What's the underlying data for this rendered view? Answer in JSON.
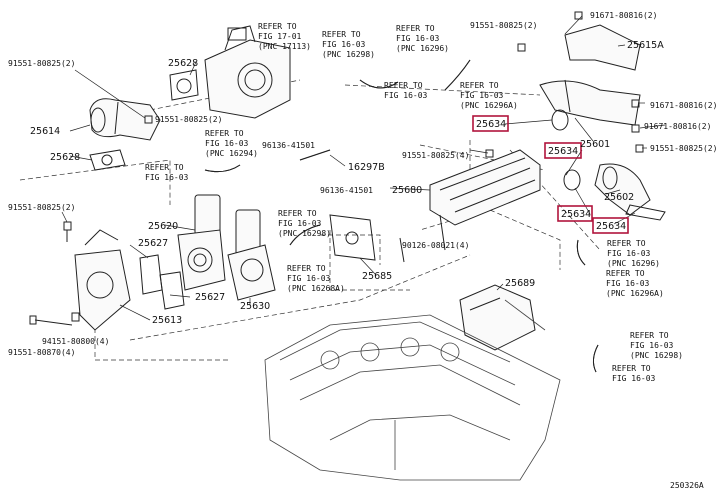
{
  "labels": {
    "l1": "REFER TO",
    "l2": "FIG 17-01",
    "l3": "(PNC 17113)",
    "l4": "REFER TO",
    "l5": "FIG 16-03",
    "l6": "(PNC 16298)",
    "l7": "REFER TO",
    "l8": "FIG 16-03",
    "l9": "(PNC 16296)",
    "l10": "91551-80825(2)",
    "l11": "91671-80816(2)",
    "l12": "25615A",
    "l13": "91551-80825(2)",
    "l14": "25628",
    "l15": "REFER TO",
    "l16": "FIG 16-03",
    "l17": "REFER TO",
    "l18": "FIG 16-03",
    "l19": "(PNC 16296A)",
    "l20": "91671-80816(2)",
    "l21": "25614",
    "l22": "91551-80825(2)",
    "l23": "REFER TO",
    "l24": "FIG 16-03",
    "l25": "(PNC 16294)",
    "l26": "25634",
    "l27": "25601",
    "l28": "91671-80816(2)",
    "l29": "25628",
    "l30": "REFER TO",
    "l31": "FIG 16-03",
    "l32": "96136-41501",
    "l33": "16297B",
    "l34": "91551-80825(4)",
    "l35": "25634",
    "l36": "91551-80825(2)",
    "l37": "96136-41501",
    "l38": "25680",
    "l39": "25602",
    "l40": "91551-80825(2)",
    "l41": "REFER TO",
    "l42": "FIG 16-03",
    "l43": "25634",
    "l44": "25634",
    "l45": "25620",
    "l46": "(PNC 16298)",
    "l47": "90126-08021(4)",
    "l48": "REFER TO",
    "l49": "FIG 16-03",
    "l50": "(PNC 16296)",
    "l51": "25627",
    "l52": "REFER TO",
    "l53": "FIG 16-03",
    "l54": "(PNC 16268A)",
    "l55": "25685",
    "l56": "REFER TO",
    "l57": "FIG 16-03",
    "l58": "(PNC 16296A)",
    "l59": "25627",
    "l60": "25689",
    "l61": "25630",
    "l62": "25613",
    "l63": "REFER TO",
    "l64": "FIG 16-03",
    "l65": "(PNC 16298)",
    "l66": "91551-80870(4)",
    "l67": "94151-80800(4)",
    "l68": "REFER TO",
    "l69": "FIG 16-03",
    "l70": "250326A"
  },
  "colors": {
    "highlight": "#b0143c",
    "line": "#222222"
  }
}
